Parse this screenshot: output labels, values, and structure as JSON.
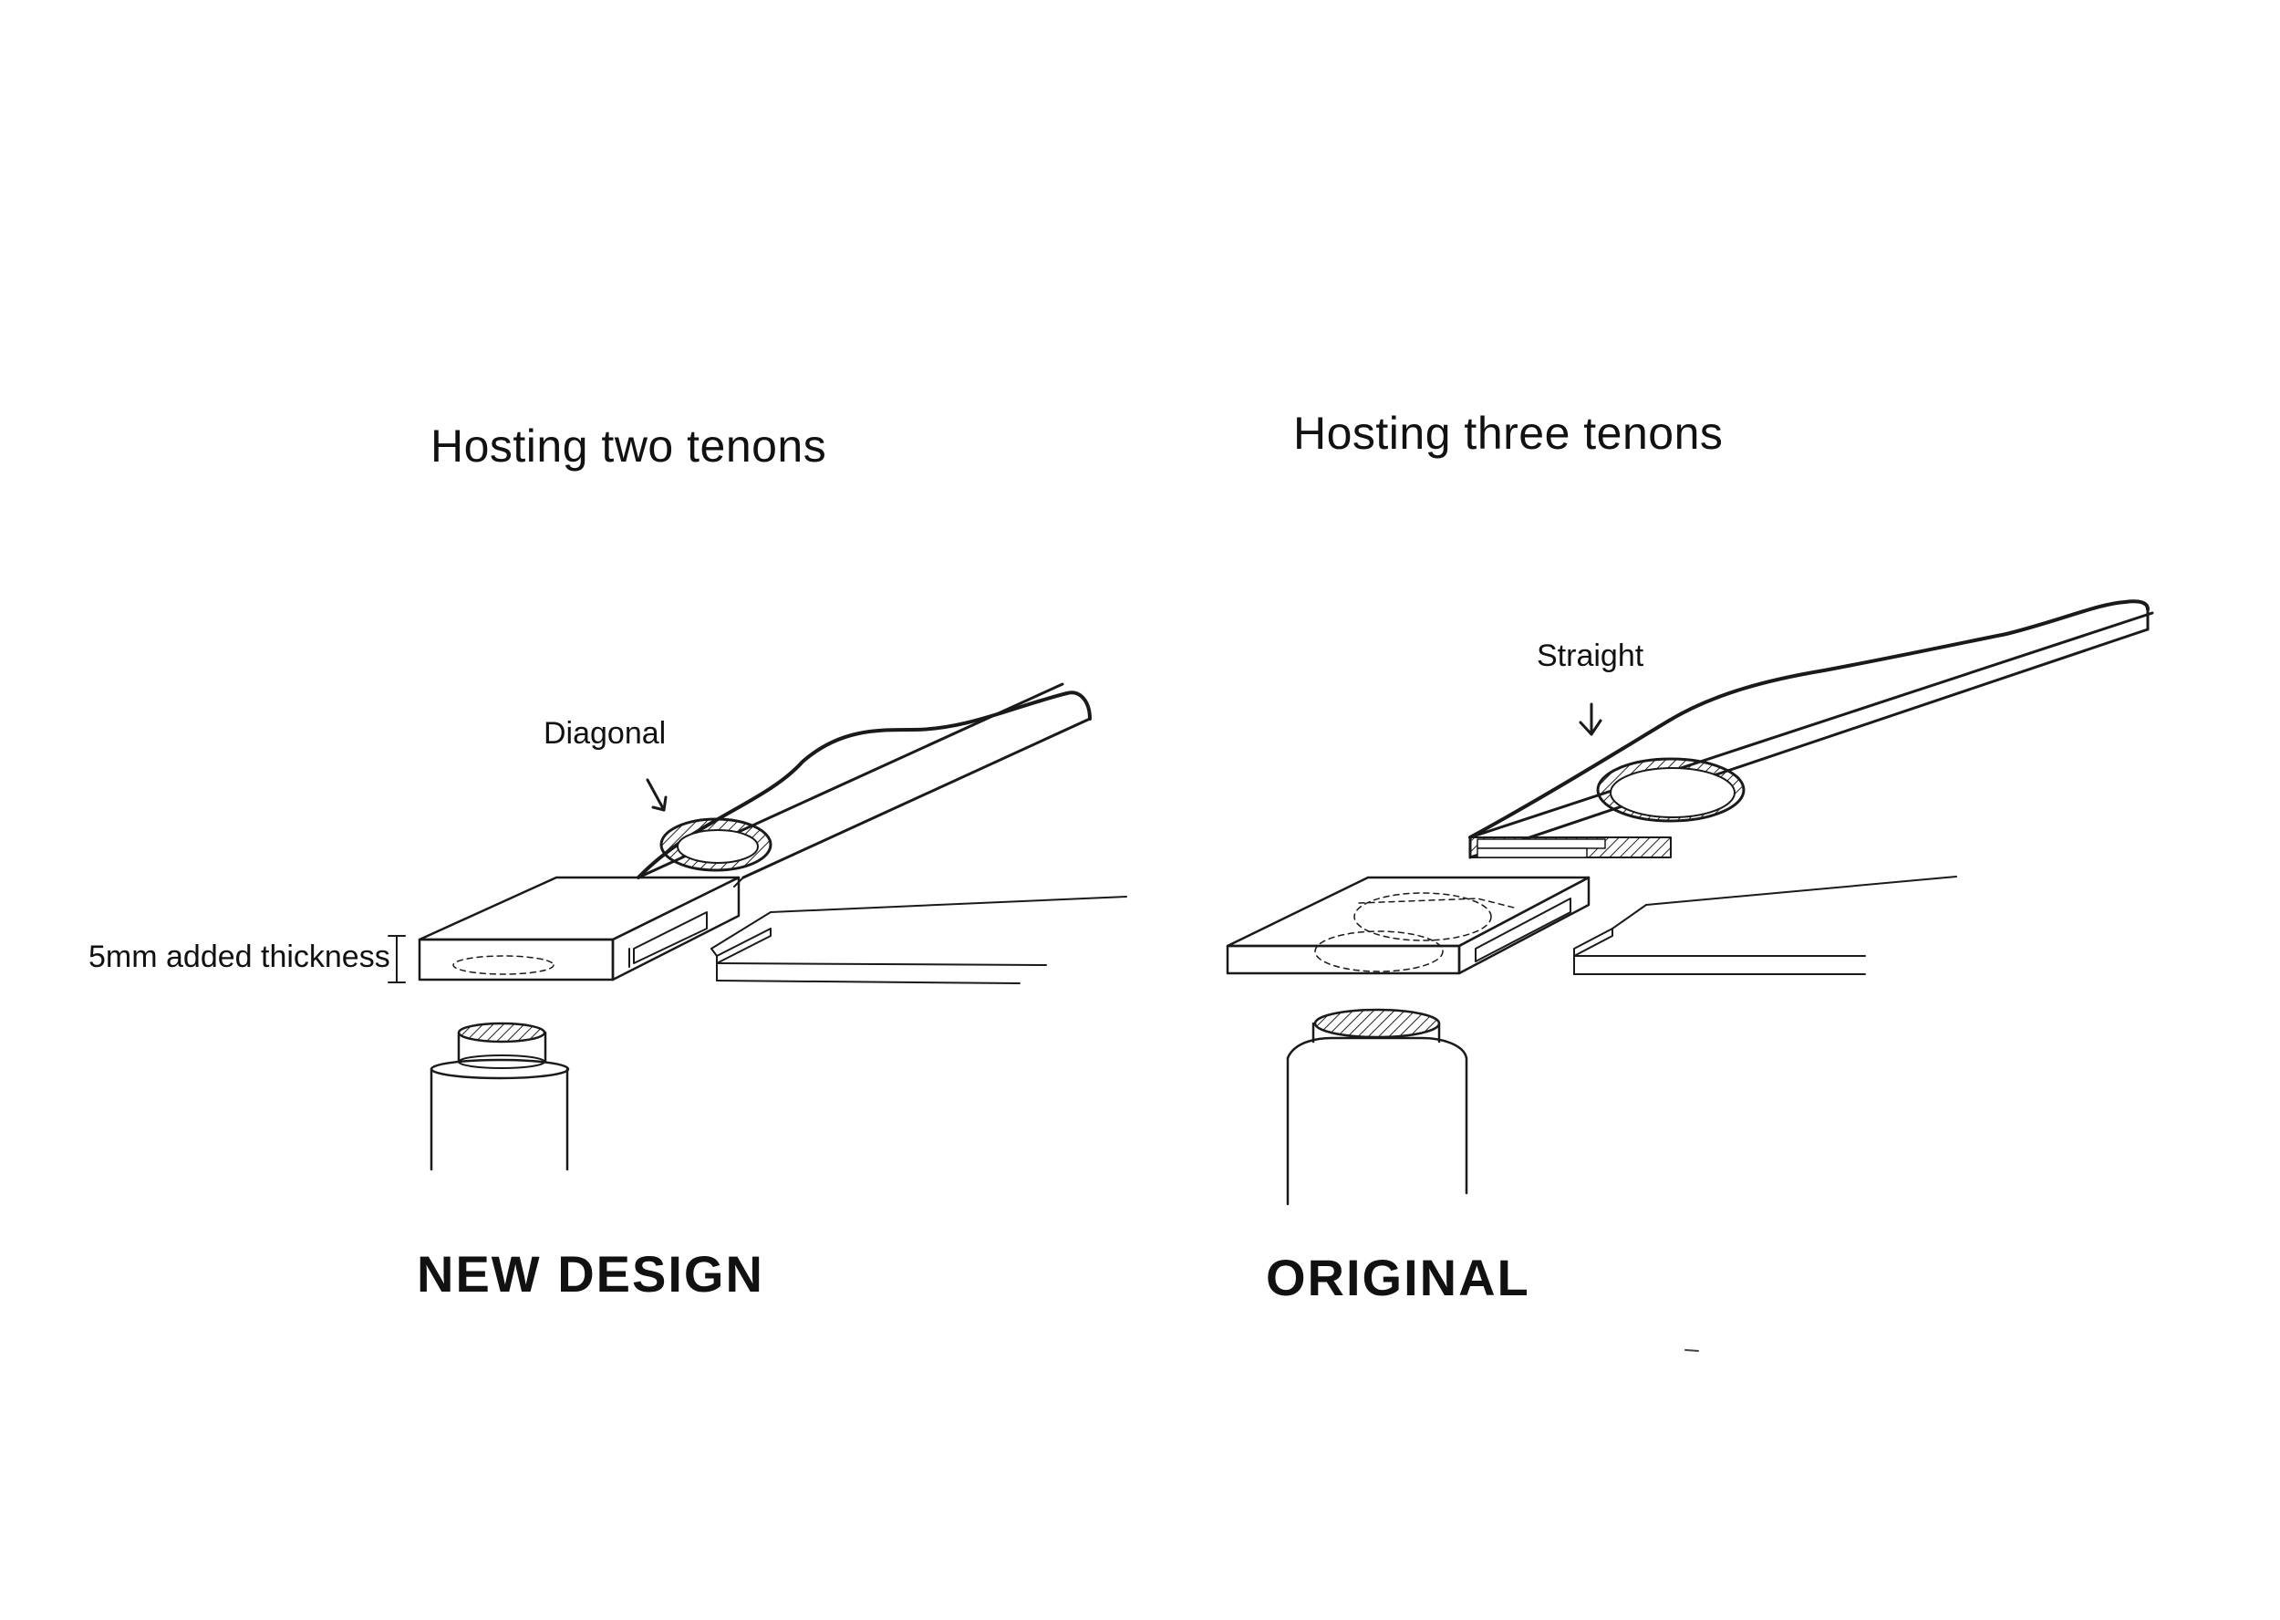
{
  "panels": [
    {
      "heading": "Hosting two tenons",
      "annotation": "Diagonal",
      "dimension_note": "5mm added thickness",
      "caption": "NEW DESIGN"
    },
    {
      "heading": "Hosting three tenons",
      "annotation": "Straight",
      "caption": "ORIGINAL"
    }
  ]
}
